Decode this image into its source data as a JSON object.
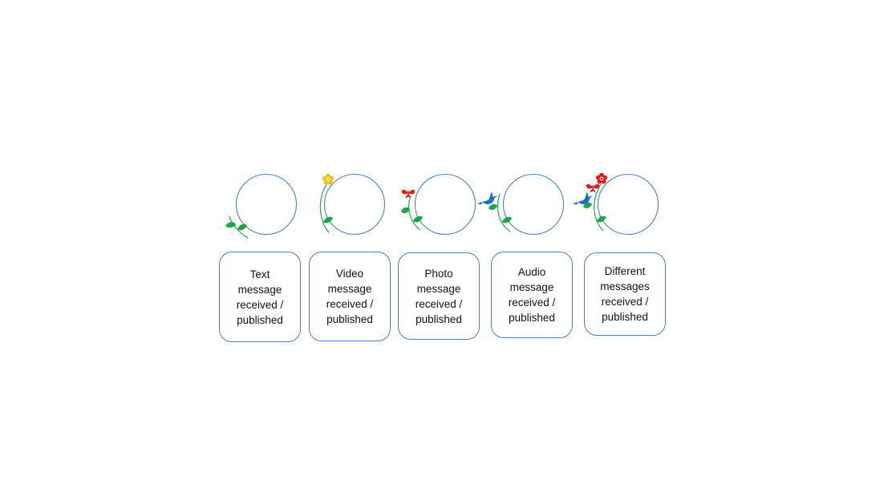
{
  "colors": {
    "outline": "#4a7fc6",
    "stem": "#2fae56",
    "leaf": "#1fa64a",
    "flower_yellow": "#f2c21b",
    "flower_red": "#e81b1b",
    "butterfly_red": "#e81b1b",
    "bird_blue": "#1b6fc6",
    "text": "#111111"
  },
  "items": [
    {
      "label": "Text message received / published",
      "decoration": [
        "leaf-icon"
      ]
    },
    {
      "label": "Video message received / published",
      "decoration": [
        "leaf-icon",
        "flower-icon"
      ]
    },
    {
      "label": "Photo message received / published",
      "decoration": [
        "leaf-icon",
        "butterfly-icon"
      ]
    },
    {
      "label": "Audio message received / published",
      "decoration": [
        "leaf-icon",
        "bird-icon"
      ]
    },
    {
      "label": "Different messages received / published",
      "decoration": [
        "leaf-icon",
        "bird-icon",
        "butterfly-icon",
        "flower-icon"
      ]
    }
  ]
}
